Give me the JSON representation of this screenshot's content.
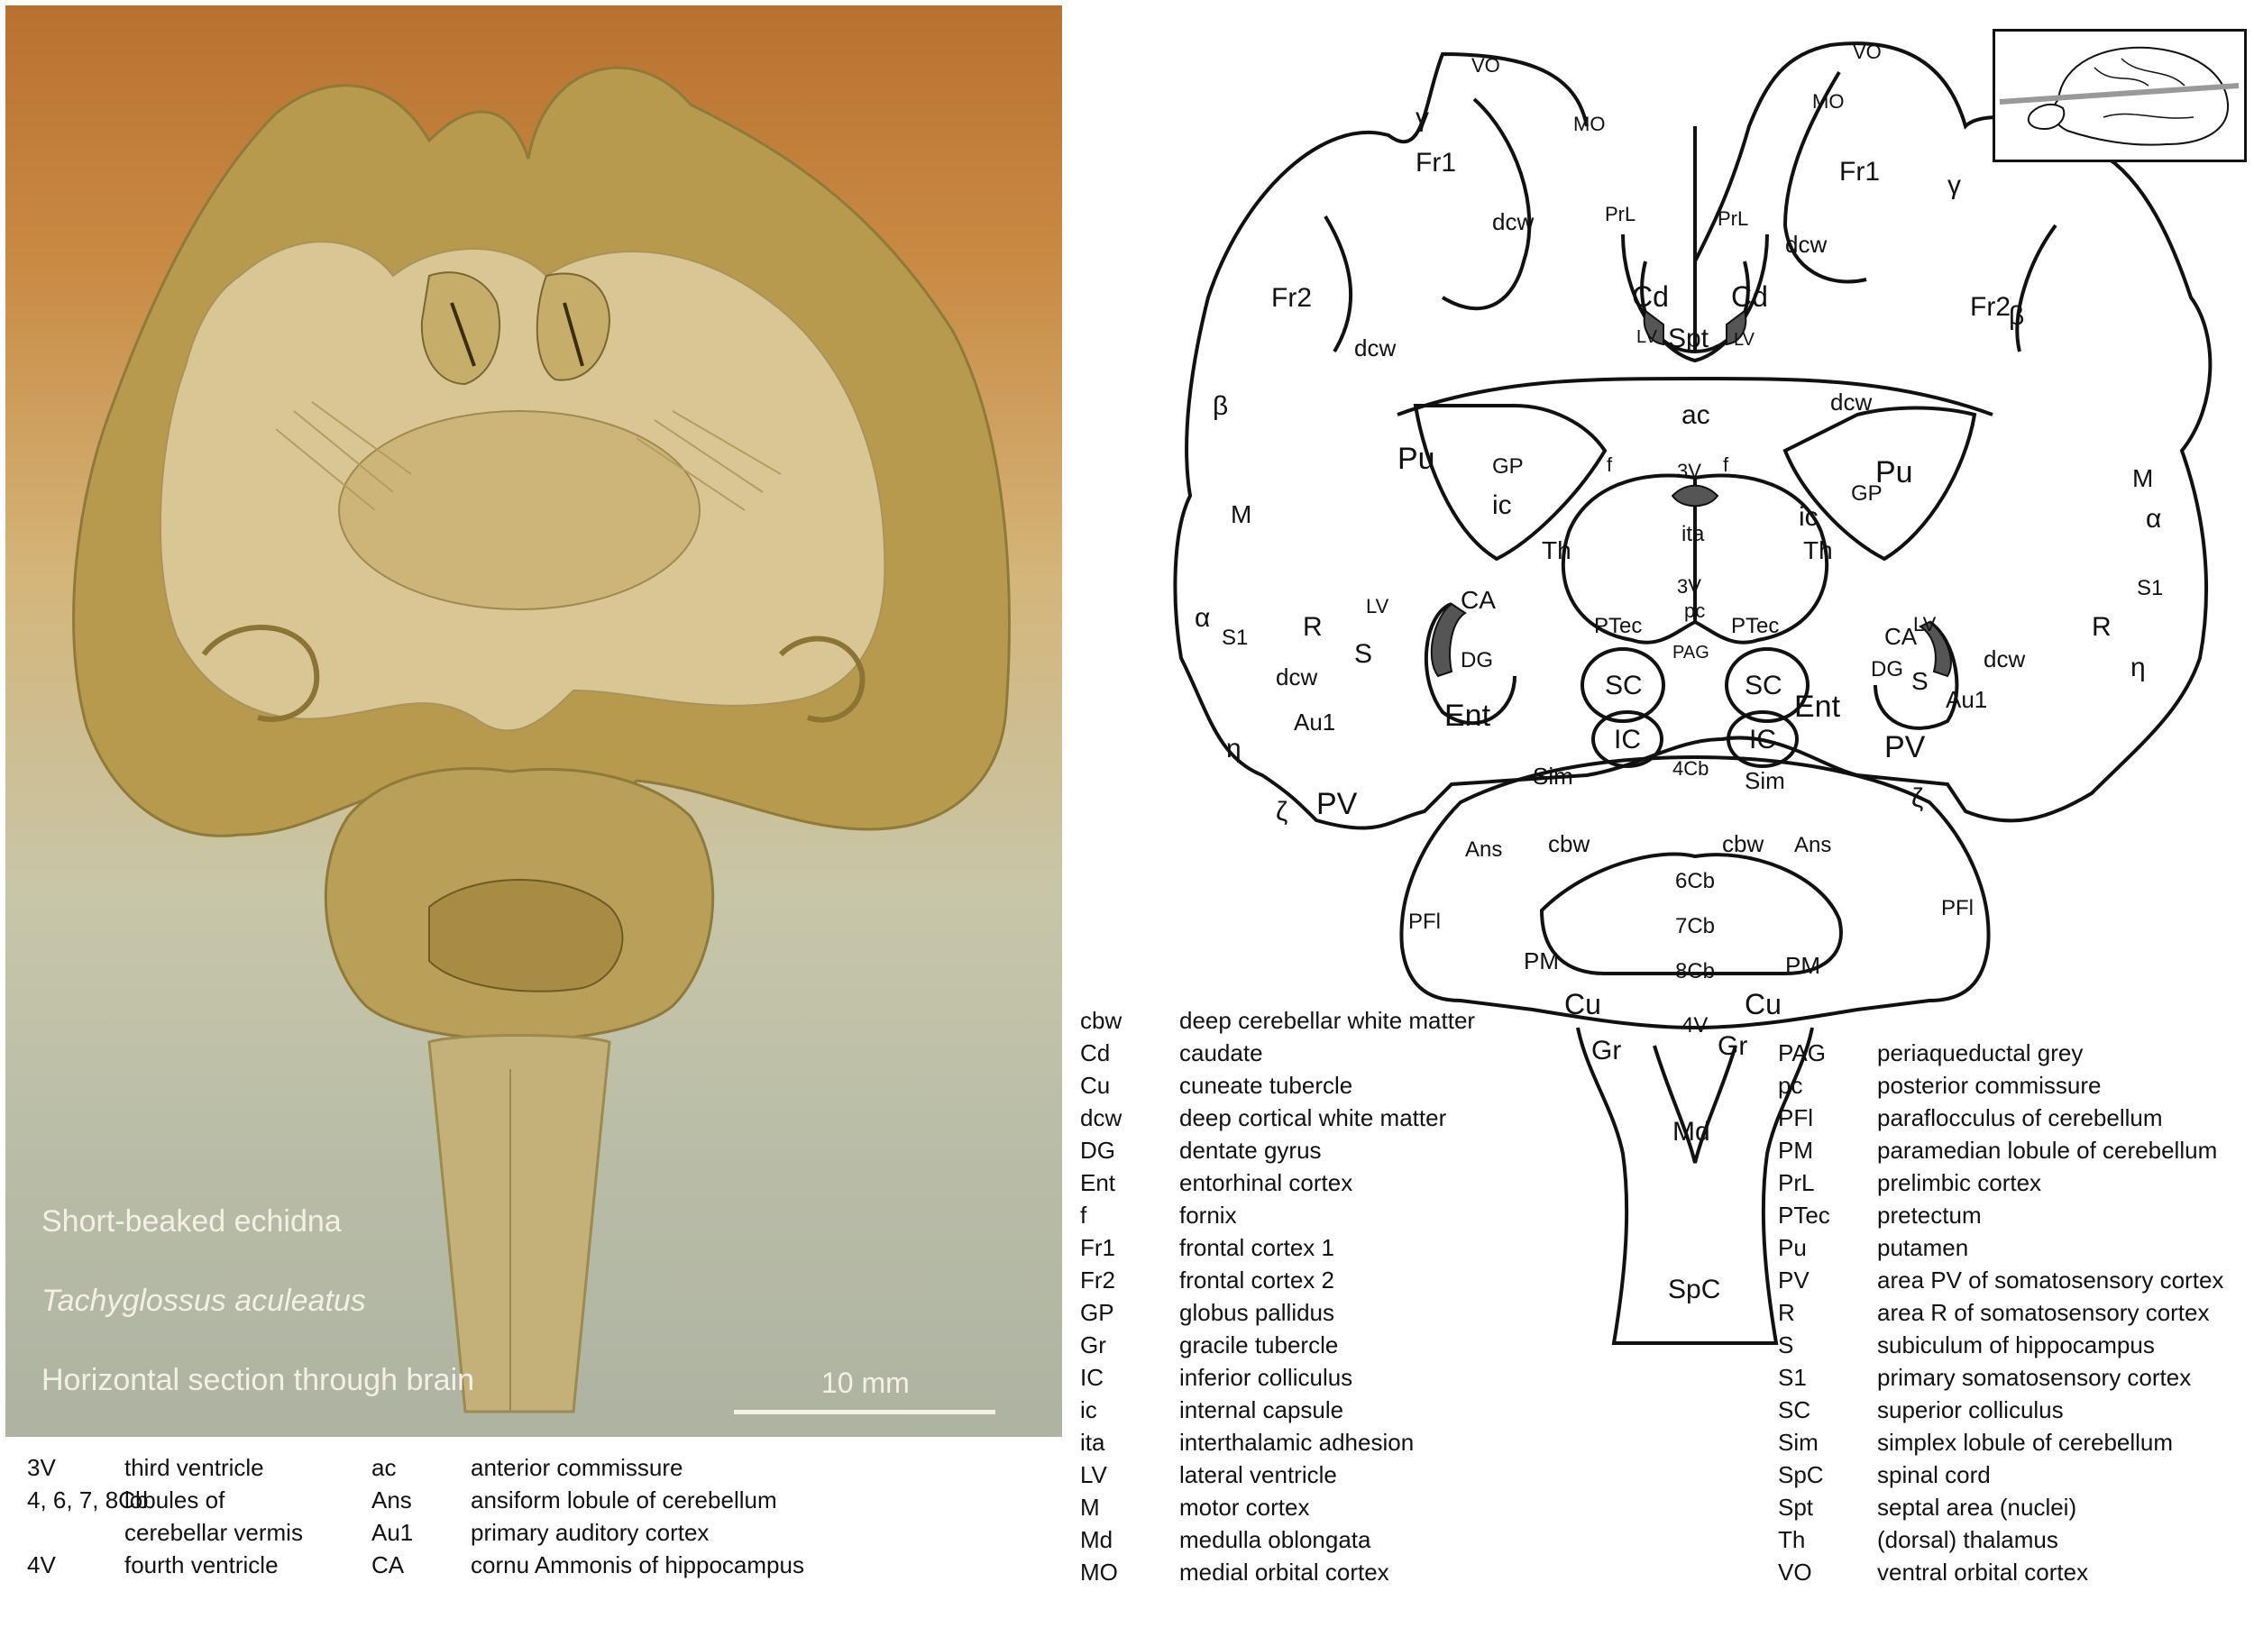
{
  "photo": {
    "caption_common": "Short-beaked echidna",
    "caption_species": "Tachyglossus aculeatus",
    "caption_section": "Horizontal section through brain",
    "scale_label": "10 mm"
  },
  "labels": {
    "VO": "VO",
    "MO": "MO",
    "PrL": "PrL",
    "Fr1": "Fr1",
    "Fr2": "Fr2",
    "dcw": "dcw",
    "Cd": "Cd",
    "Spt": "Spt",
    "LV": "LV",
    "ac": "ac",
    "Pu": "Pu",
    "GP": "GP",
    "ic": "ic",
    "f": "f",
    "3V": "3V",
    "ita": "ita",
    "Th": "Th",
    "M": "M",
    "S1": "S1",
    "R": "R",
    "CA": "CA",
    "DG": "DG",
    "S": "S",
    "pc": "pc",
    "PTec": "PTec",
    "PAG": "PAG",
    "SC": "SC",
    "IC": "IC",
    "Ent": "Ent",
    "Au1": "Au1",
    "PV": "PV",
    "4Cb": "4Cb",
    "Sim": "Sim",
    "Ans": "Ans",
    "cbw": "cbw",
    "6Cb": "6Cb",
    "7Cb": "7Cb",
    "8Cb": "8Cb",
    "PFl": "PFl",
    "PM": "PM",
    "Cu": "Cu",
    "Gr": "Gr",
    "4V": "4V",
    "Md": "Md",
    "SpC": "SpC",
    "alpha": "α",
    "beta": "β",
    "gamma": "γ",
    "eta": "η",
    "zeta": "ζ"
  },
  "legend_bottom": [
    {
      "abbr": "3V",
      "def": "third ventricle"
    },
    {
      "abbr": "4, 6, 7, 8Cb",
      "def": "lobules of"
    },
    {
      "abbr": "",
      "def": "cerebellar vermis"
    },
    {
      "abbr": "4V",
      "def": "fourth ventricle"
    }
  ],
  "legend_bottom2": [
    {
      "abbr": "ac",
      "def": "anterior commissure"
    },
    {
      "abbr": "Ans",
      "def": "ansiform lobule of cerebellum"
    },
    {
      "abbr": "Au1",
      "def": "primary auditory cortex"
    },
    {
      "abbr": "CA",
      "def": "cornu Ammonis of hippocampus"
    }
  ],
  "legend_mid": [
    {
      "abbr": "cbw",
      "def": "deep cerebellar white matter"
    },
    {
      "abbr": "Cd",
      "def": "caudate"
    },
    {
      "abbr": "Cu",
      "def": "cuneate tubercle"
    },
    {
      "abbr": "dcw",
      "def": "deep cortical white matter"
    },
    {
      "abbr": "DG",
      "def": "dentate gyrus"
    },
    {
      "abbr": "Ent",
      "def": "entorhinal cortex"
    },
    {
      "abbr": "f",
      "def": "fornix"
    },
    {
      "abbr": "Fr1",
      "def": "frontal cortex 1"
    },
    {
      "abbr": "Fr2",
      "def": "frontal cortex 2"
    },
    {
      "abbr": "GP",
      "def": "globus pallidus"
    },
    {
      "abbr": "Gr",
      "def": "gracile tubercle"
    },
    {
      "abbr": "IC",
      "def": "inferior colliculus"
    },
    {
      "abbr": "ic",
      "def": "internal capsule"
    },
    {
      "abbr": "ita",
      "def": "interthalamic adhesion"
    },
    {
      "abbr": "LV",
      "def": "lateral ventricle"
    },
    {
      "abbr": "M",
      "def": "motor cortex"
    },
    {
      "abbr": "Md",
      "def": "medulla oblongata"
    },
    {
      "abbr": "MO",
      "def": "medial orbital cortex"
    }
  ],
  "legend_right": [
    {
      "abbr": "PAG",
      "def": "periaqueductal grey"
    },
    {
      "abbr": "pc",
      "def": "posterior commissure"
    },
    {
      "abbr": "PFl",
      "def": "paraflocculus of cerebellum"
    },
    {
      "abbr": "PM",
      "def": "paramedian lobule of cerebellum"
    },
    {
      "abbr": "PrL",
      "def": "prelimbic cortex"
    },
    {
      "abbr": "PTec",
      "def": "pretectum"
    },
    {
      "abbr": "Pu",
      "def": "putamen"
    },
    {
      "abbr": "PV",
      "def": "area PV of somatosensory cortex"
    },
    {
      "abbr": "R",
      "def": "area R of somatosensory cortex"
    },
    {
      "abbr": "S",
      "def": "subiculum of hippocampus"
    },
    {
      "abbr": "S1",
      "def": "primary somatosensory cortex"
    },
    {
      "abbr": "SC",
      "def": "superior colliculus"
    },
    {
      "abbr": "Sim",
      "def": "simplex lobule of cerebellum"
    },
    {
      "abbr": "SpC",
      "def": "spinal cord"
    },
    {
      "abbr": "Spt",
      "def": "septal area (nuclei)"
    },
    {
      "abbr": "Th",
      "def": "(dorsal) thalamus"
    },
    {
      "abbr": "VO",
      "def": "ventral orbital cortex"
    }
  ]
}
